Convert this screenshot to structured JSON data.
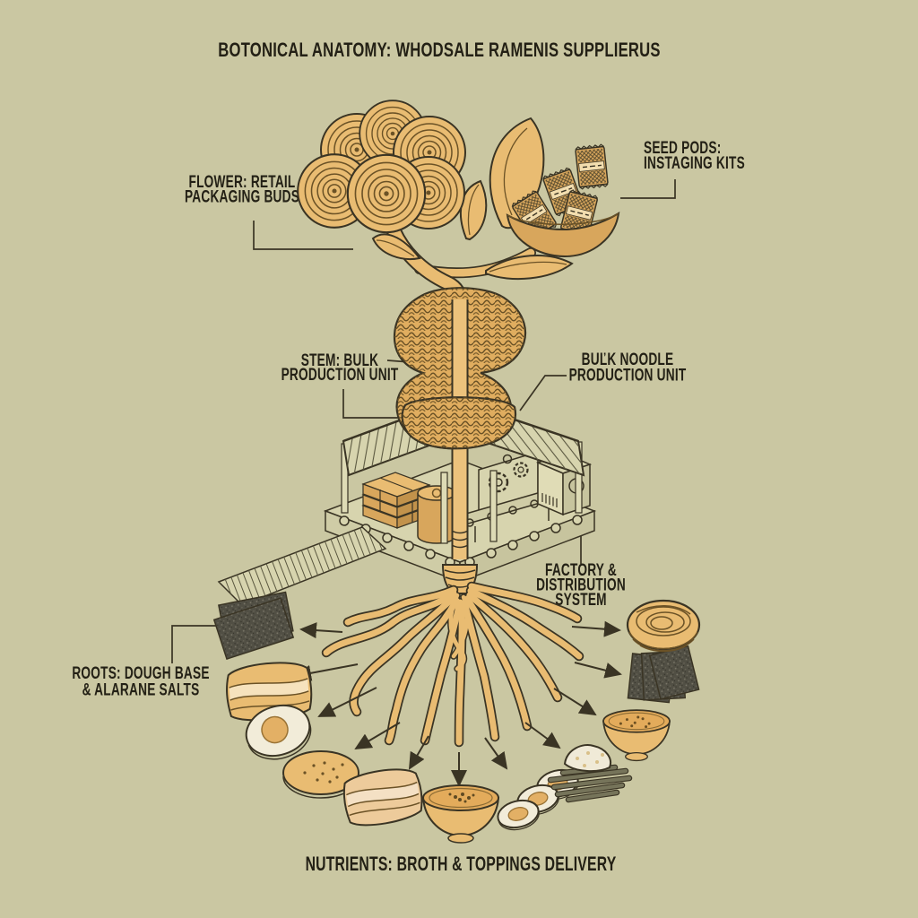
{
  "title": "BOTONICAL ANATOMY: WHODSALE RAMENIS SUPPLIERUS",
  "labels": {
    "flower": [
      "FLOWER: RETAIL",
      "PACKAGING BUDS"
    ],
    "seed_pods": [
      "SEED PODS:",
      "INSTAGING KITS"
    ],
    "stem": [
      "STEM: BULK",
      "PRODUCTION UNIT"
    ],
    "bulk_noodle": [
      "BUĽK NOODLE",
      "PRODUCTION UNIT"
    ],
    "factory": [
      "FACTORY &",
      "DISTRIBUTION",
      "SYSTEM"
    ],
    "roots": [
      "ROOTS: DOUGH BASE",
      "& ALARANE SALTS"
    ],
    "nutrients": "NUTRIENTS: BROTH & TOPPINGS DELIVERY"
  },
  "colors": {
    "bg": "#cac7a2",
    "ink": "#3a3424",
    "text": "#232015",
    "tan": "#e9bc72",
    "tanDeep": "#d8a65c",
    "noodle": "#e0ad5f",
    "noodleLine": "#6b5226",
    "cream": "#f2ecd9",
    "yolk": "#e3b065",
    "broth": "#e3ab5b",
    "nori": "#514f44",
    "rice": "#f0ead7",
    "bean": "#76745a",
    "panel": "#d7d4ae"
  },
  "illustration": {
    "style": "vintage botanical infographic of a ramen-plant",
    "elements": [
      "ramen-bud-discs-flower",
      "seed-pod-with-instant-ramen-packets",
      "plant-stem",
      "bulk-noodle-mass-on-stem",
      "isometric-factory-building",
      "root-system-of-noodle-strands",
      "nori-sheets-left",
      "pork-belly-slice-left",
      "soft-boiled-egg-half",
      "sesame-disc",
      "pork-belly-slice-bottom",
      "broth-bowl-center",
      "egg-slices",
      "rice-and-green-beans",
      "broth-bowl-right",
      "nori-sheets-right",
      "noodle-coil"
    ]
  }
}
